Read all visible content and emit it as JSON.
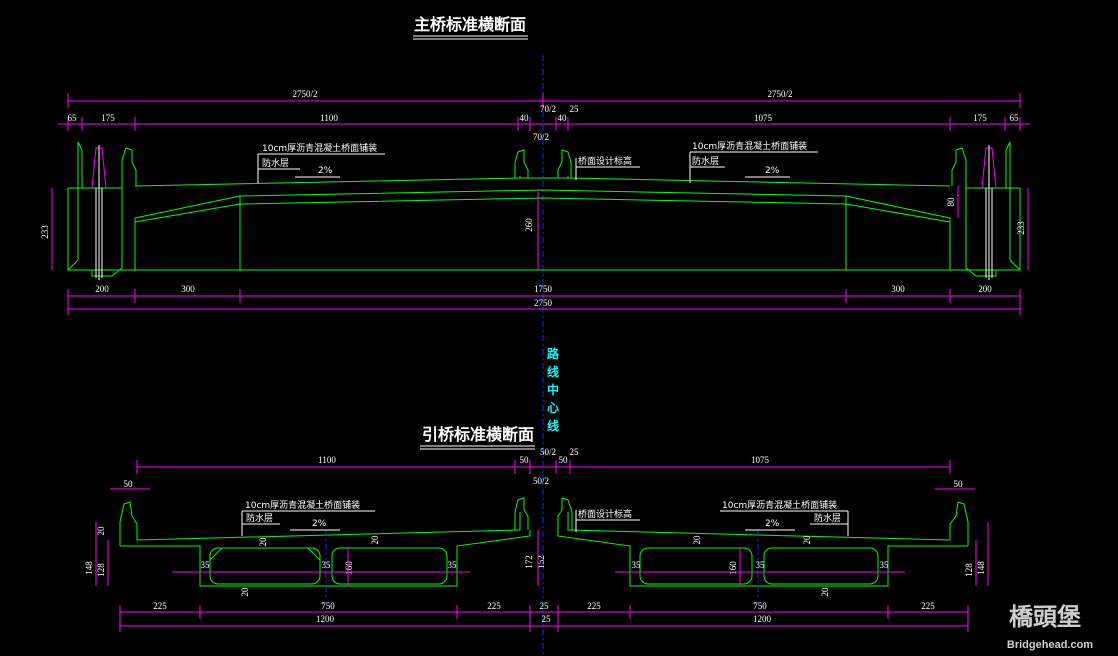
{
  "titles": {
    "main": "主桥标准横断面",
    "approach": "引桥标准横断面"
  },
  "centerline_label": "路线中心线",
  "main_section": {
    "top_dims": [
      "2750/2",
      "2750/2",
      "70/2",
      "70/2"
    ],
    "second_dims": [
      "65",
      "175",
      "1100",
      "40",
      "40",
      "25",
      "1075",
      "175",
      "65"
    ],
    "paving_left": "10cm厚沥青混凝土桥面铺装",
    "paving_right": "10cm厚沥青混凝土桥面铺装",
    "waterproof": "防水层",
    "slope": "2%",
    "design_elev": "桥面设计标高",
    "vertical_dims": [
      "233",
      "260",
      "80",
      "233"
    ],
    "bottom_dims": [
      "200",
      "300",
      "1750",
      "300",
      "200"
    ],
    "total": "2750"
  },
  "approach_section": {
    "top_dims": [
      "1100",
      "50",
      "50/2",
      "50/2",
      "50",
      "25",
      "1075",
      "50",
      "50"
    ],
    "paving_left": "10cm厚沥青混凝土桥面铺装",
    "paving_right": "10cm厚沥青混凝土桥面铺装",
    "waterproof": "防水层",
    "slope": "2%",
    "design_elev": "桥面设计标高",
    "local_dims": [
      "20",
      "20",
      "160",
      "35",
      "35",
      "35",
      "20",
      "172",
      "152",
      "20",
      "20",
      "160",
      "35",
      "35",
      "35",
      "20"
    ],
    "side_dims": [
      "20",
      "148",
      "128",
      "128",
      "148"
    ],
    "bottom_dims_1": [
      "225",
      "750",
      "225",
      "25",
      "225",
      "750",
      "225"
    ],
    "bottom_dims_2": [
      "1200",
      "25",
      "1200"
    ]
  },
  "watermark": {
    "logo": "橋頭堡",
    "site": "Bridgehead.com"
  }
}
